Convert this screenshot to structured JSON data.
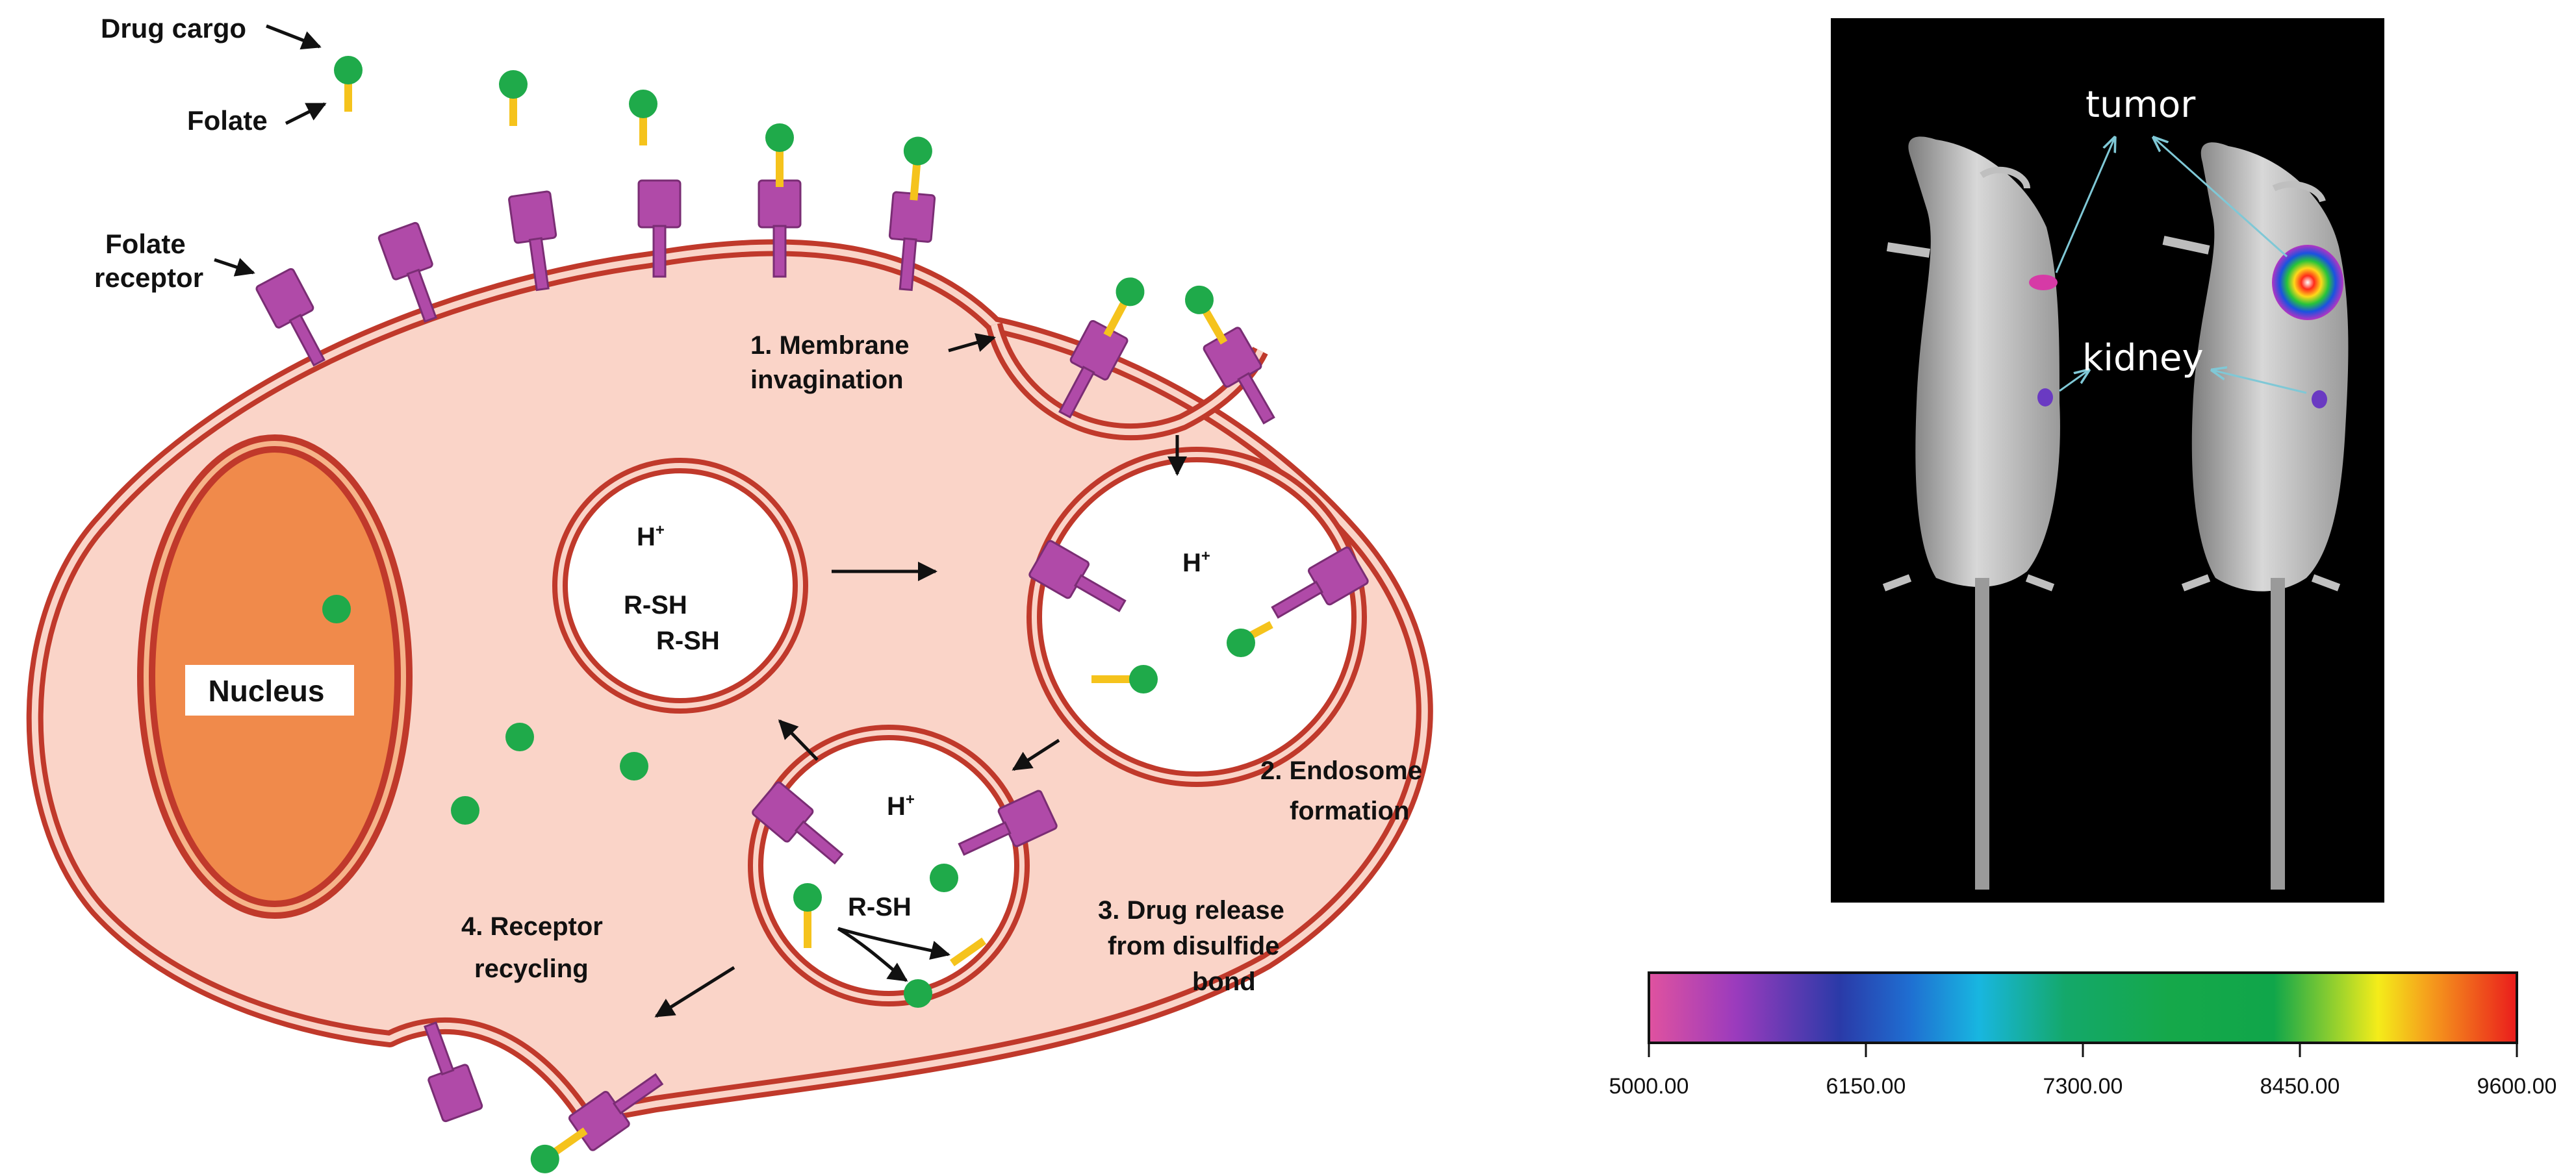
{
  "labels": {
    "drug_cargo": "Drug cargo",
    "folate": "Folate",
    "folate_receptor_line1": "Folate",
    "folate_receptor_line2": "receptor",
    "step1_line1": "1. Membrane",
    "step1_line2": "invagination",
    "step2_line1": "2. Endosome",
    "step2_line2": "formation",
    "step3_line1": "3. Drug release",
    "step3_line2": "from disulfide",
    "step3_line3": "bond",
    "step4_line1": "4. Receptor",
    "step4_line2": "recycling",
    "nucleus": "Nucleus",
    "hplus": "H",
    "plus": "+",
    "rsh": "R-SH"
  },
  "imaging": {
    "tumor": "tumor",
    "kidney": "kidney"
  },
  "colorbar": {
    "ticks": [
      "5000.00",
      "6150.00",
      "7300.00",
      "8450.00",
      "9600.00"
    ],
    "min": 5000,
    "max": 9600
  },
  "colors": {
    "membrane": "#c0392b",
    "cytoplasm": "#fad4c8",
    "nucleus": "#f08a4b",
    "receptor": "#b04aa8",
    "folate_stem": "#f5c31c",
    "drug": "#1faa4a"
  }
}
